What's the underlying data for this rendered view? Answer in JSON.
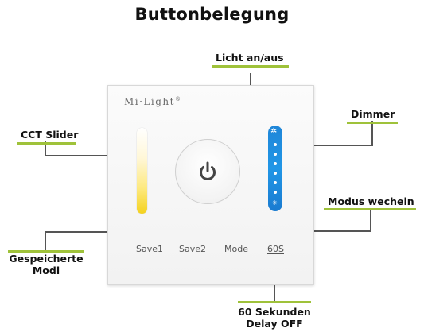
{
  "title": "Buttonbelegung",
  "labels": {
    "licht": "Licht an/aus",
    "dimmer": "Dimmer",
    "cct": "CCT Slider",
    "modus": "Modus wecheln",
    "gespeichert_line1": "Gespeicherte",
    "gespeichert_line2": "Modi",
    "delay_line1": "60 Sekunden",
    "delay_line2": "Delay OFF"
  },
  "panel": {
    "brand": "Mi·Light",
    "brand_mark": "®",
    "buttons": {
      "save1": "Save1",
      "save2": "Save2",
      "mode": "Mode",
      "timer": "60S"
    }
  },
  "colors": {
    "accent_underline": "#9fc23a",
    "dimmer_blue": "#2196e6",
    "cct_warm": "#f4d21e"
  }
}
